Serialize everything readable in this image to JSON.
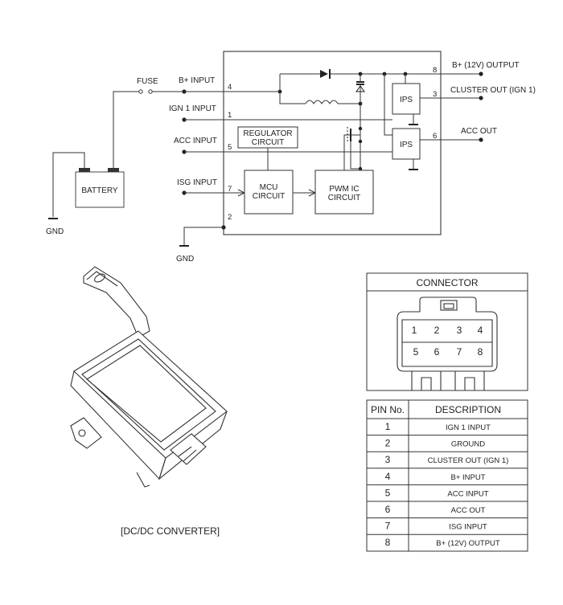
{
  "schematic": {
    "fuse": "FUSE",
    "battery": "BATTERY",
    "gnd": "GND",
    "inputs": [
      {
        "label": "B+ INPUT",
        "pin": "4"
      },
      {
        "label": "IGN 1 INPUT",
        "pin": "1"
      },
      {
        "label": "ACC INPUT",
        "pin": "5"
      },
      {
        "label": "ISG INPUT",
        "pin": "7"
      }
    ],
    "ground_pin": "2",
    "outputs": [
      {
        "label": "B+ (12V) OUTPUT",
        "pin": "8"
      },
      {
        "label": "CLUSTER OUT (IGN 1)",
        "pin": "3"
      },
      {
        "label": "ACC OUT",
        "pin": "6"
      }
    ],
    "blocks": {
      "regulator": [
        "REGULATOR",
        "CIRCUIT"
      ],
      "mcu": [
        "MCU",
        "CIRCUIT"
      ],
      "pwm": [
        "PWM IC",
        "CIRCUIT"
      ],
      "ips": "IPS"
    }
  },
  "component_caption": "[DC/DC CONVERTER]",
  "connector": {
    "title": "CONNECTOR",
    "top_row": [
      "1",
      "2",
      "3",
      "4"
    ],
    "bottom_row": [
      "5",
      "6",
      "7",
      "8"
    ],
    "header_pin": "PIN No.",
    "header_desc": "DESCRIPTION",
    "rows": [
      {
        "pin": "1",
        "desc": "IGN 1 INPUT"
      },
      {
        "pin": "2",
        "desc": "GROUND"
      },
      {
        "pin": "3",
        "desc": "CLUSTER OUT (IGN 1)"
      },
      {
        "pin": "4",
        "desc": "B+ INPUT"
      },
      {
        "pin": "5",
        "desc": "ACC INPUT"
      },
      {
        "pin": "6",
        "desc": "ACC OUT"
      },
      {
        "pin": "7",
        "desc": "ISG INPUT"
      },
      {
        "pin": "8",
        "desc": "B+ (12V) OUTPUT"
      }
    ]
  }
}
